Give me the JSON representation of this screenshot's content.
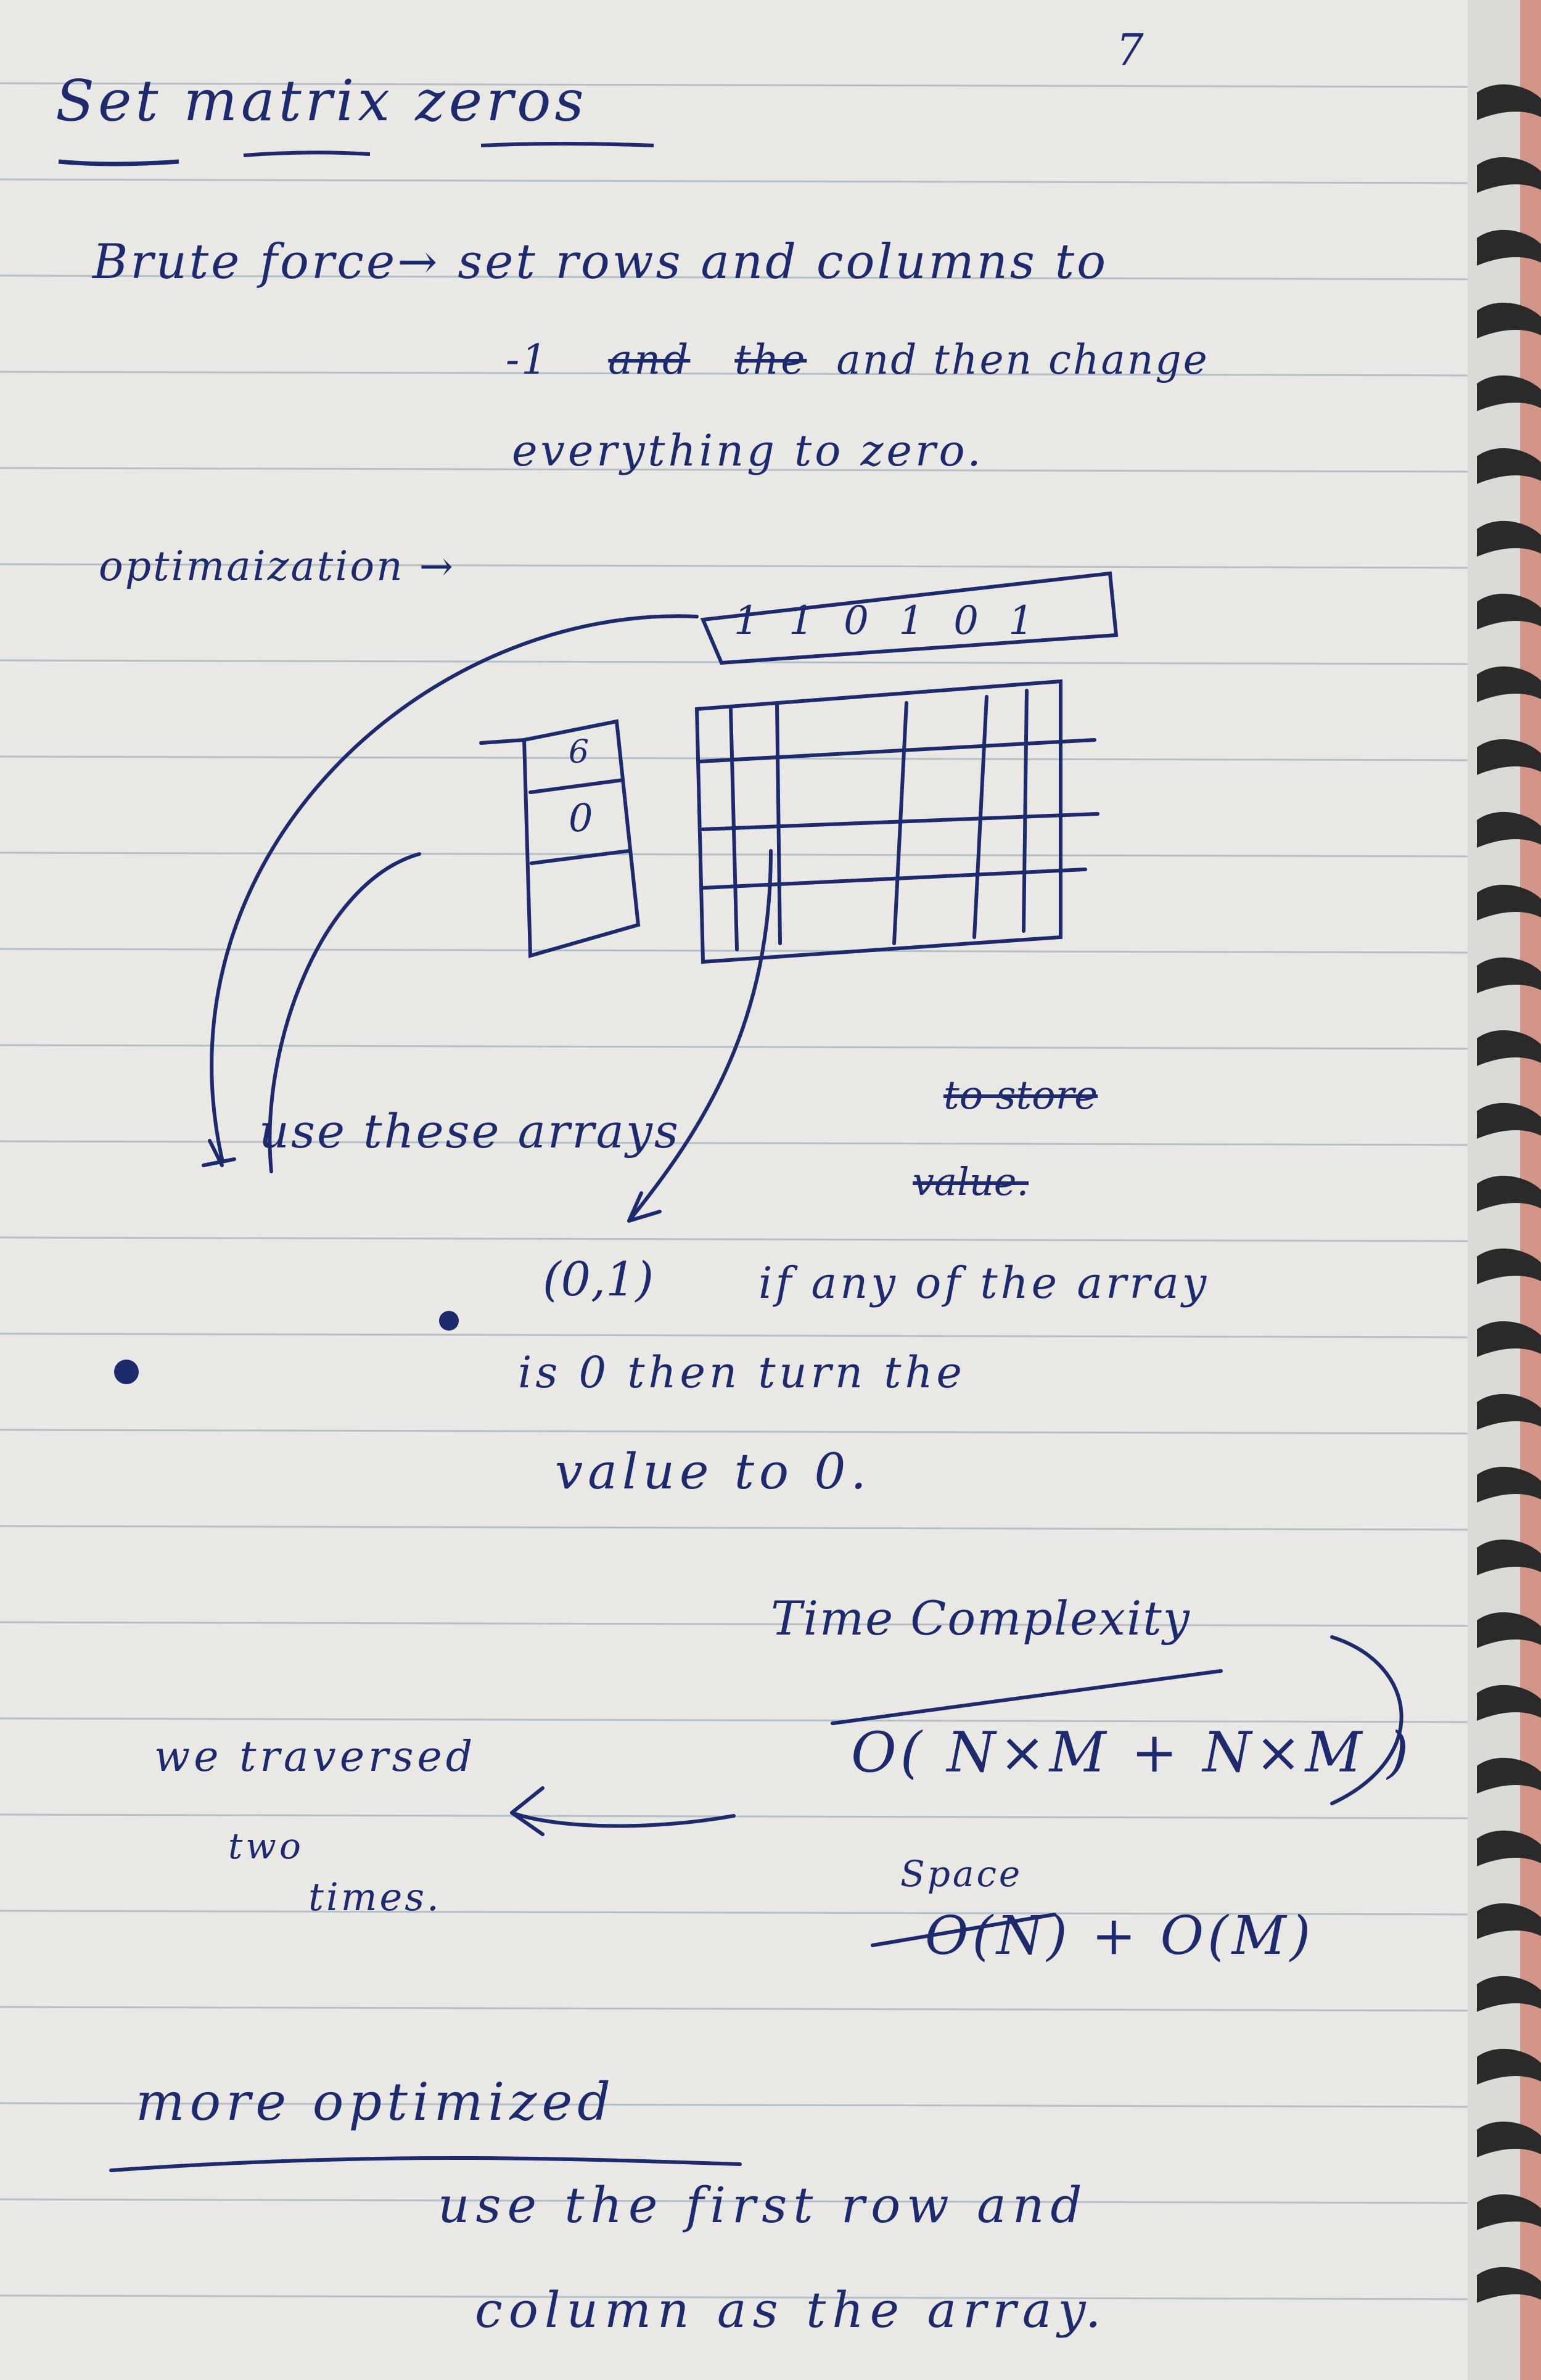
{
  "page": {
    "number_mark": "7",
    "title": "Set matrix zeros"
  },
  "brute_force": {
    "line1": "Brute force→ set  rows  and  columns to",
    "line2_prefix": "-1",
    "line2_struck_a": "and",
    "line2_struck_b": "the",
    "line2_rest": "and then change",
    "line3": "everything to zero."
  },
  "optimization": {
    "heading": "optimaization →",
    "top_array": "1 1 0 1 0 1",
    "left_array_cells": [
      "6",
      "0"
    ],
    "note_line1": "use these arrays",
    "note_struck_a": "to store",
    "note_struck_b": "value.",
    "rule_prefix": "(0,1)",
    "rule_line1": "if any of the array",
    "rule_line2": "is 0 then turn the",
    "rule_line3": "value to 0."
  },
  "complexity": {
    "time_label": "Time Complexity",
    "time_expr": "O( N×M + N×M )",
    "space_label": "Space",
    "space_expr": "O(N) + O(M)",
    "note_line1": "we traversed",
    "note_line2": "two",
    "note_line3": "times."
  },
  "more_optimized": {
    "heading": "more optimized",
    "line1": "use the first row and",
    "line2": "column as the array."
  },
  "colors": {
    "paper": "#e9e8e4",
    "rule_line": "#8aa0b4",
    "ink": "#1e2a6e",
    "binding": "#2a2a2a",
    "edge": "#c0503a"
  }
}
